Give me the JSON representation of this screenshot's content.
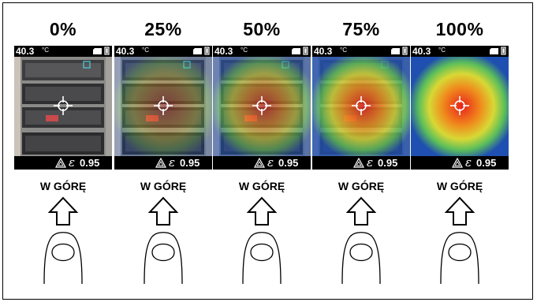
{
  "columns": [
    {
      "percent": "0%",
      "temperature": "40.3",
      "unit": "°C",
      "emissivity": "0.95",
      "direction": "W GÓRĘ"
    },
    {
      "percent": "25%",
      "temperature": "40.3",
      "unit": "°C",
      "emissivity": "0.95",
      "direction": "W GÓRĘ"
    },
    {
      "percent": "50%",
      "temperature": "40.3",
      "unit": "°C",
      "emissivity": "0.95",
      "direction": "W GÓRĘ"
    },
    {
      "percent": "75%",
      "temperature": "40.3",
      "unit": "°C",
      "emissivity": "0.95",
      "direction": "W GÓRĘ"
    },
    {
      "percent": "100%",
      "temperature": "40.3",
      "unit": "°C",
      "emissivity": "0.95",
      "direction": "W GÓRĘ"
    }
  ],
  "emissivity_symbol": "ε",
  "icons": {
    "arrow": "up-arrow-icon",
    "finger": "finger-icon",
    "warning": "warning-triangle-icon",
    "sd_card": "sd-card-icon",
    "battery": "battery-icon",
    "crosshair": "crosshair-icon"
  },
  "colors": {
    "background": "#ffffff",
    "screen_bar": "#000000",
    "visible_base": "#8a8a88",
    "thermal_cold": "#1f4fb0",
    "thermal_mid": "#d8d835",
    "thermal_hot": "#e8221b"
  }
}
